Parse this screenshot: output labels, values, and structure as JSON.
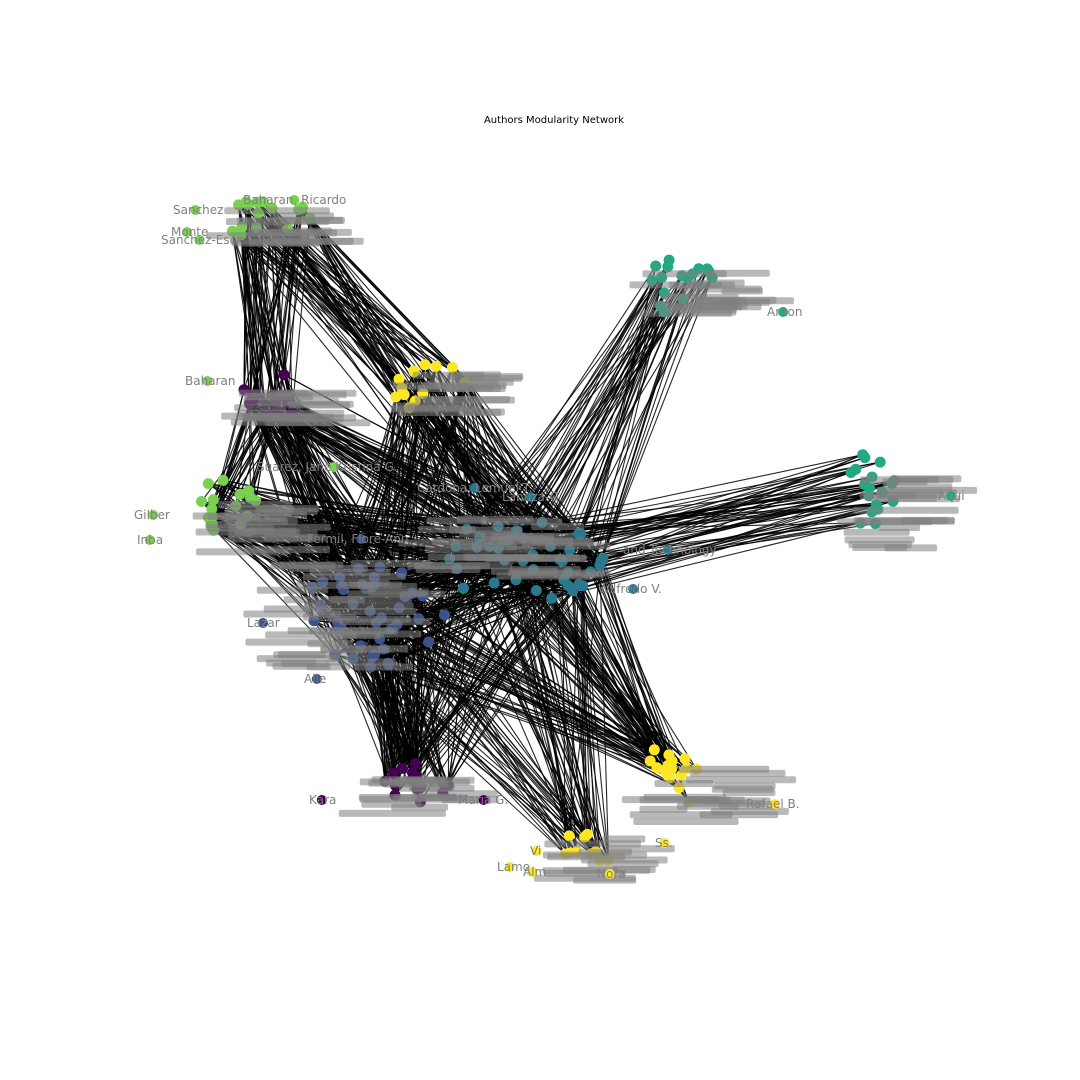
{
  "title": "Authors Modularity Network",
  "edge_color": "#000000",
  "label_color": "#808080",
  "communities": [
    {
      "id": "A",
      "color": "#7ad151"
    },
    {
      "id": "B",
      "color": "#2a788e"
    },
    {
      "id": "C",
      "color": "#fde725"
    },
    {
      "id": "D",
      "color": "#440154"
    },
    {
      "id": "E",
      "color": "#3b528b"
    },
    {
      "id": "F",
      "color": "#22a884"
    },
    {
      "id": "G",
      "color": "#5ec962"
    }
  ],
  "visible_nodes": [
    {
      "label": "Baharan, Ricardo",
      "community": "A"
    },
    {
      "label": "Sanchez-Escr",
      "community": "A"
    },
    {
      "label": "Monte",
      "community": "A"
    },
    {
      "label": "Suarez, Jane Kristina G.",
      "community": "A"
    },
    {
      "label": "Cardona, Lemuel T.",
      "community": "B"
    },
    {
      "label": "Lanuza-G.",
      "community": "B"
    },
    {
      "label": "Fermil, Flore-Ann",
      "community": "E"
    },
    {
      "label": "and Technology",
      "community": "B"
    },
    {
      "label": "Wilfredo V.",
      "community": "B"
    },
    {
      "label": "Anton",
      "community": "F"
    },
    {
      "label": "Rafael B.",
      "community": "C"
    },
    {
      "label": "Nora",
      "community": "C"
    },
    {
      "label": "Ss.",
      "community": "C"
    },
    {
      "label": "Maria G.",
      "community": "D"
    },
    {
      "label": "Inba",
      "community": "A"
    },
    {
      "label": "Gilber",
      "community": "A"
    },
    {
      "label": "Baharan",
      "community": "A"
    },
    {
      "label": "Aqui",
      "community": "F"
    },
    {
      "label": "Lamo",
      "community": "C"
    },
    {
      "label": "Alm",
      "community": "C"
    },
    {
      "label": "Kara",
      "community": "D"
    },
    {
      "label": "Alle",
      "community": "E"
    },
    {
      "label": "Lazar",
      "community": "E"
    },
    {
      "label": "Sanchez",
      "community": "A"
    },
    {
      "label": "Vi",
      "community": "C"
    }
  ]
}
